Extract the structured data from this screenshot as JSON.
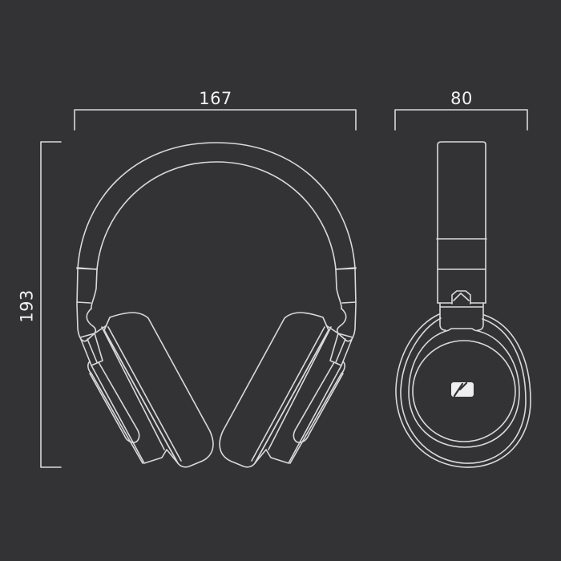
{
  "diagram": {
    "subject": "Over-ear headphones dimension drawing",
    "colors": {
      "background": "#333335",
      "line": "#d9d9d9",
      "text": "#f2f2f2",
      "logo": "#eeeeee"
    },
    "dimensions": {
      "width": {
        "label": "167",
        "axis": "horizontal",
        "view": "front"
      },
      "depth": {
        "label": "80",
        "axis": "horizontal",
        "view": "side"
      },
      "height": {
        "label": "193",
        "axis": "vertical",
        "view": "front"
      }
    },
    "views": [
      {
        "name": "front-view",
        "description": "Front view of headphones with headband and two ear cups"
      },
      {
        "name": "side-view",
        "description": "Side view showing headband slider, hinge and ear cup with logo"
      }
    ],
    "icons": {
      "logo": "brand-logo-icon"
    }
  }
}
